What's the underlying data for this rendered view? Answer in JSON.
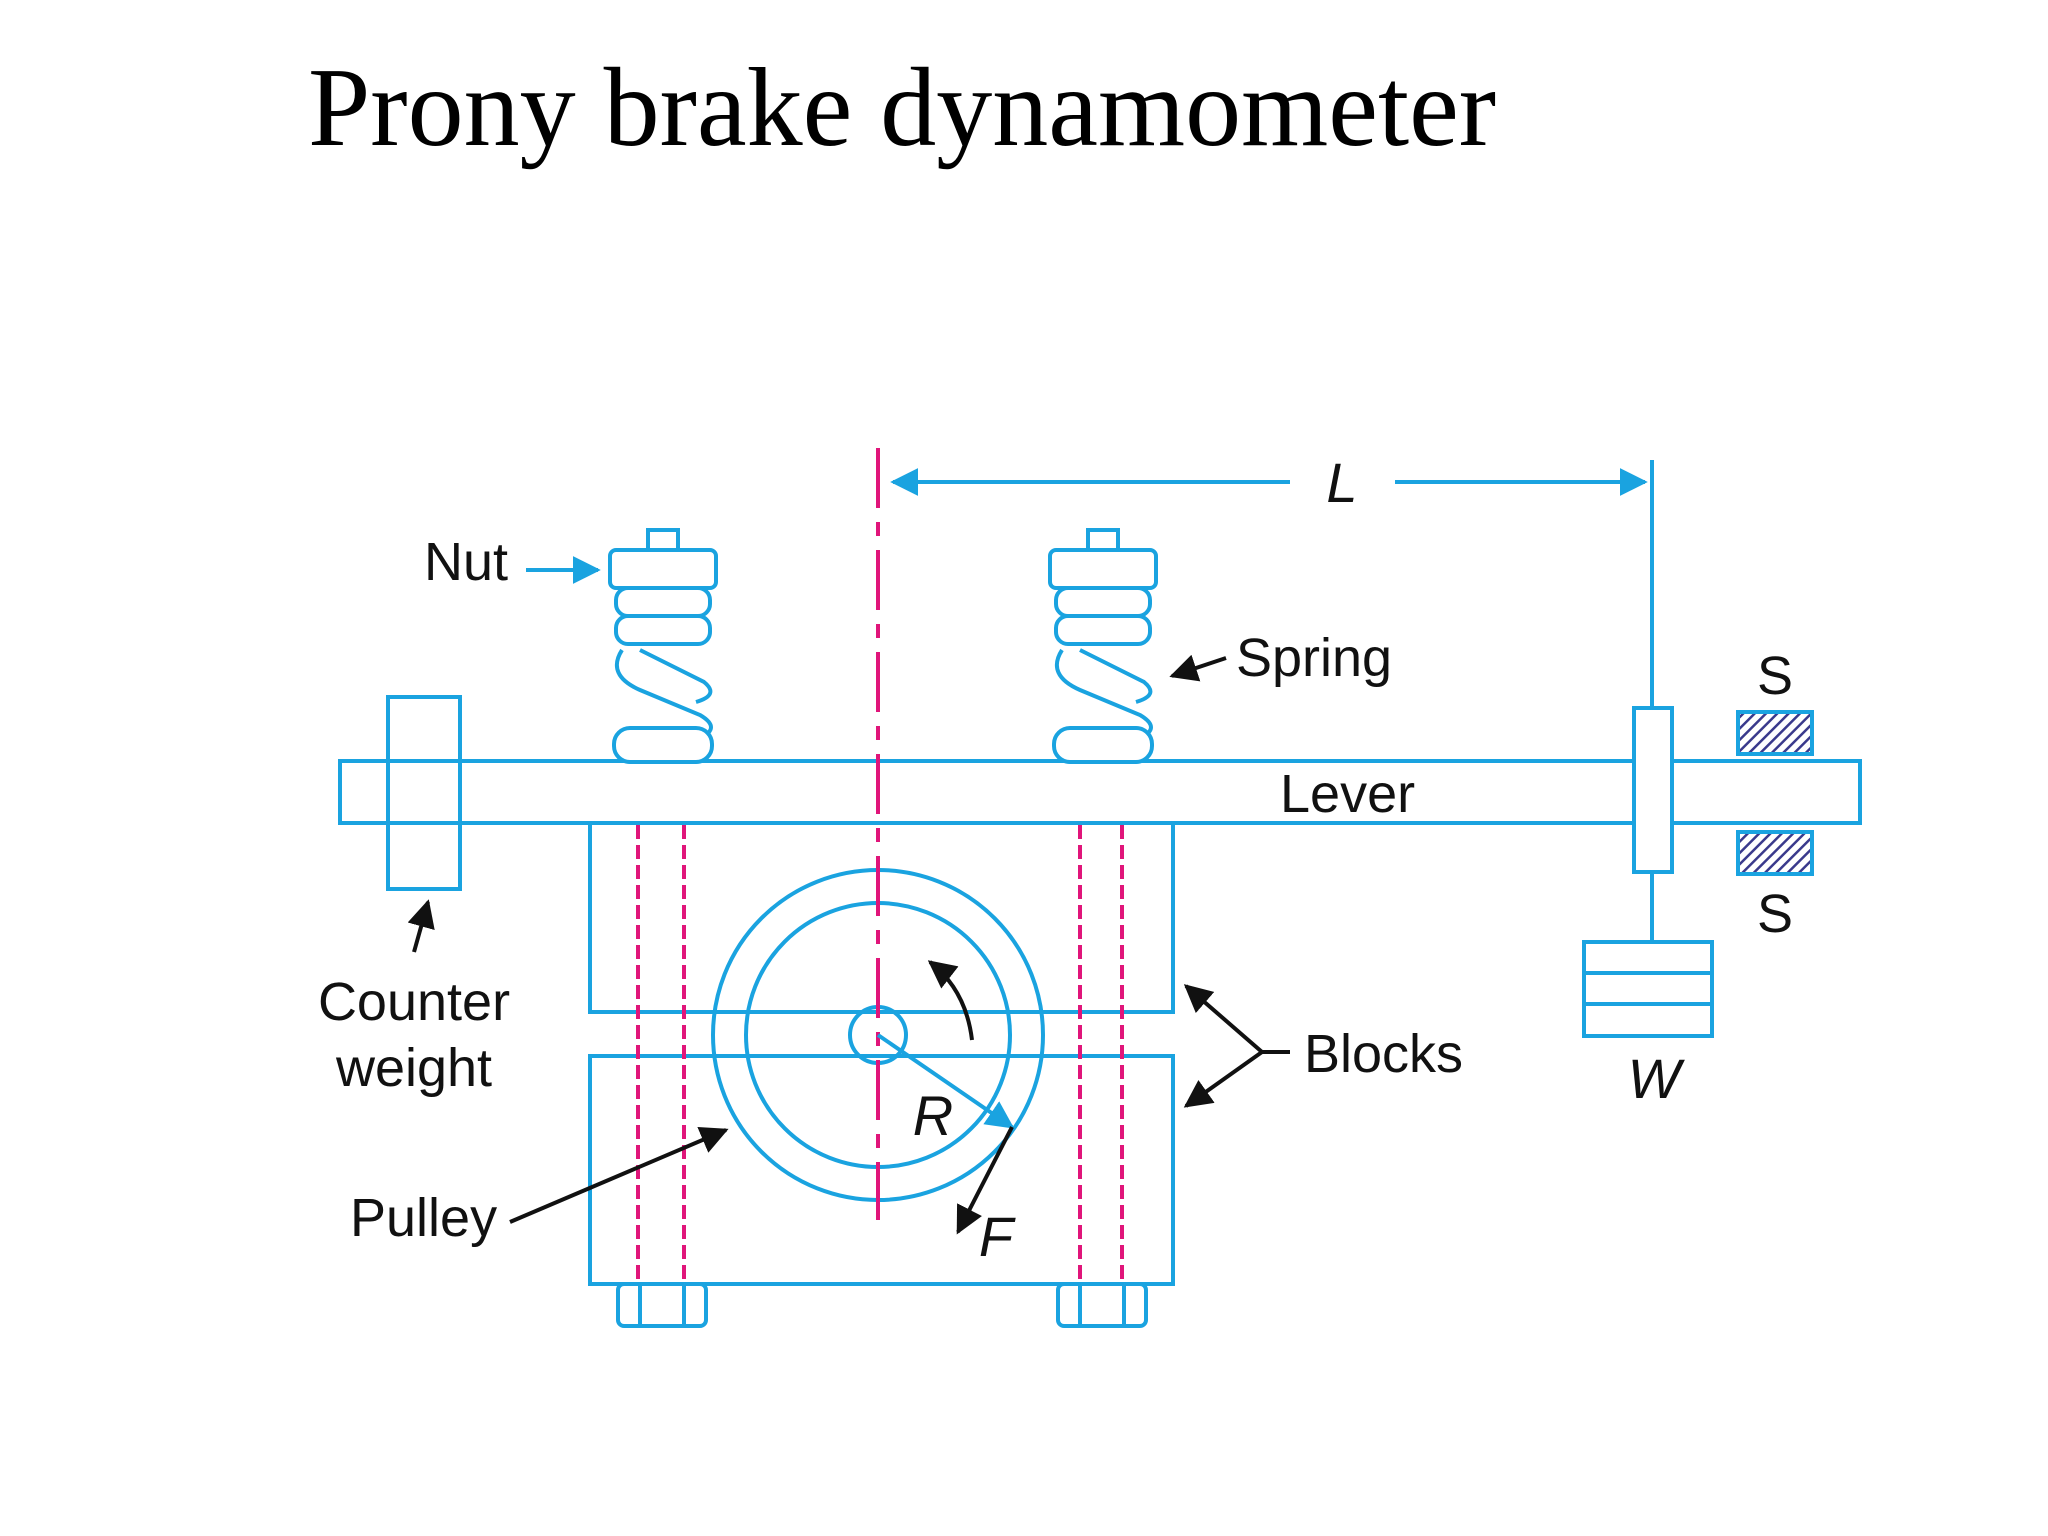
{
  "title": "Prony brake dynamometer",
  "colors": {
    "component": "#1aa3e0",
    "centerline": "#e0157a",
    "label": "#111111",
    "stop_hatch": "#3a3a8c"
  },
  "labels": {
    "nut": "Nut",
    "spring": "Spring",
    "lever": "Lever",
    "counter_line1": "Counter",
    "counter_line2": "weight",
    "blocks": "Blocks",
    "pulley": "Pulley",
    "length": "L",
    "weight": "W",
    "radius": "R",
    "force": "F",
    "stop_top": "S",
    "stop_bottom": "S"
  }
}
